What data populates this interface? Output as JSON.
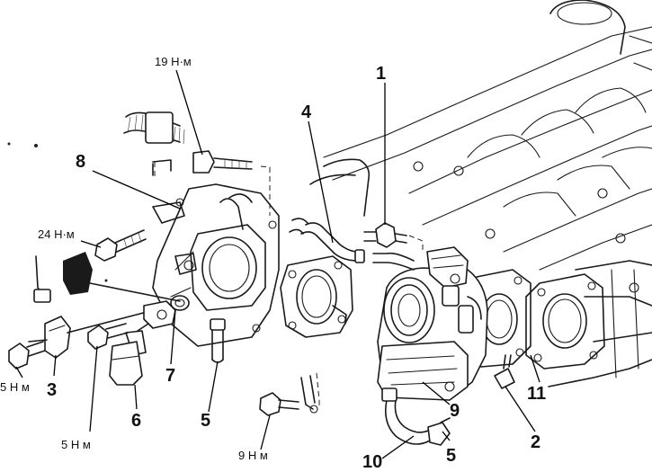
{
  "callouts": {
    "c1": "1",
    "c2": "2",
    "c3": "3",
    "c4": "4",
    "c5a": "5",
    "c5b": "5",
    "c6": "6",
    "c7": "7",
    "c8": "8",
    "c9": "9",
    "c10": "10",
    "c11": "11"
  },
  "torques": {
    "t19": "19 Н·м",
    "t24": "24 Н·м",
    "t5a": "5 Н м",
    "t5b": "5 Н м",
    "t9": "9 Н м"
  }
}
